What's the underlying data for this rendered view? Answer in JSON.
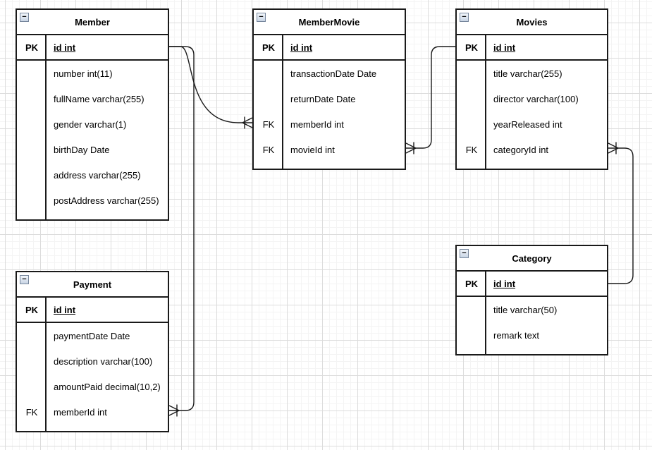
{
  "icons": {
    "collapse": "−"
  },
  "tables": [
    {
      "title": "Member",
      "pk": {
        "key": "PK",
        "field": "id int"
      },
      "rows": [
        {
          "key": "",
          "field": "number int(11)"
        },
        {
          "key": "",
          "field": "fullName varchar(255)"
        },
        {
          "key": "",
          "field": "gender varchar(1)"
        },
        {
          "key": "",
          "field": "birthDay Date"
        },
        {
          "key": "",
          "field": "address varchar(255)"
        },
        {
          "key": "",
          "field": "postAddress varchar(255)"
        }
      ]
    },
    {
      "title": "MemberMovie",
      "pk": {
        "key": "PK",
        "field": "id int"
      },
      "rows": [
        {
          "key": "",
          "field": "transactionDate Date"
        },
        {
          "key": "",
          "field": "returnDate Date"
        },
        {
          "key": "FK",
          "field": "memberId int"
        },
        {
          "key": "FK",
          "field": "movieId int"
        }
      ]
    },
    {
      "title": "Movies",
      "pk": {
        "key": "PK",
        "field": "id int"
      },
      "rows": [
        {
          "key": "",
          "field": "title varchar(255)"
        },
        {
          "key": "",
          "field": "director varchar(100)"
        },
        {
          "key": "",
          "field": "yearReleased int"
        },
        {
          "key": "FK",
          "field": "categoryId int"
        }
      ]
    },
    {
      "title": "Payment",
      "pk": {
        "key": "PK",
        "field": "id int"
      },
      "rows": [
        {
          "key": "",
          "field": "paymentDate Date"
        },
        {
          "key": "",
          "field": "description varchar(100)"
        },
        {
          "key": "",
          "field": "amountPaid decimal(10,2)"
        },
        {
          "key": "FK",
          "field": "memberId int"
        }
      ]
    },
    {
      "title": "Category",
      "pk": {
        "key": "PK",
        "field": "id int"
      },
      "rows": [
        {
          "key": "",
          "field": "title varchar(50)"
        },
        {
          "key": "",
          "field": "remark text"
        }
      ]
    }
  ],
  "relations": [
    {
      "from": "Member.id",
      "to": "MemberMovie.memberId",
      "from_end": "one",
      "to_end": "many"
    },
    {
      "from": "Movies.id",
      "to": "MemberMovie.movieId",
      "from_end": "one",
      "to_end": "many"
    },
    {
      "from": "Category.id",
      "to": "Movies.categoryId",
      "from_end": "one",
      "to_end": "many"
    },
    {
      "from": "Member.id",
      "to": "Payment.memberId",
      "from_end": "one",
      "to_end": "many"
    }
  ]
}
